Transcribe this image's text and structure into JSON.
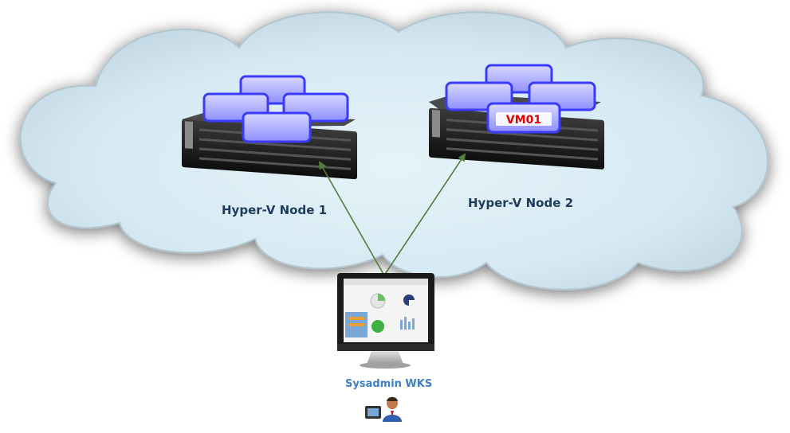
{
  "nodes": {
    "node1": {
      "label": "Hyper-V Node 1"
    },
    "node2": {
      "label": "Hyper-V Node 2",
      "vm_label": "VM01"
    }
  },
  "workstation": {
    "label": "Sysadmin WKS"
  },
  "colors": {
    "cloud_fill": "#dcecf4",
    "cloud_edge": "#aabdc8",
    "arrow": "#4f7f3a",
    "vm_box": "#3b3bff",
    "vm_label_text": "#e00000",
    "server": "#1e1e1e",
    "node_label": "#1f3b5a",
    "workstation_label": "#3d7fc1"
  },
  "icons": {
    "vm": "vm-box-icon",
    "server": "rack-server-icon",
    "monitor": "monitor-icon",
    "user": "user-at-computer-icon"
  }
}
